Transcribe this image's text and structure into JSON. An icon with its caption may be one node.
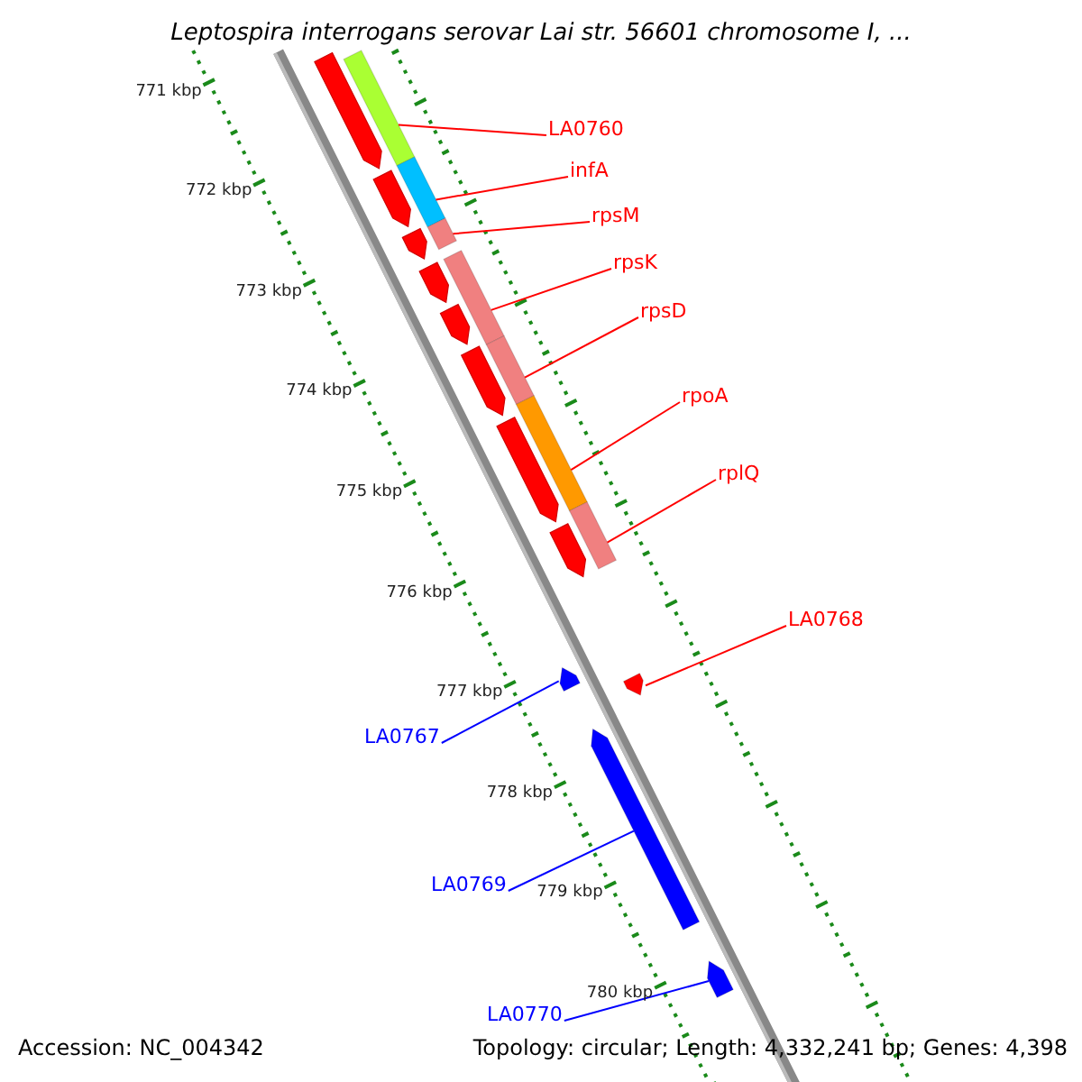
{
  "diagram": {
    "title": "Leptospira interrogans serovar Lai str. 56601 chromosome I, ...",
    "nodes": [
      {
        "text": [
          "LA0760"
        ]
      },
      {
        "text": [
          "infA"
        ]
      },
      {
        "text": [
          "rpsM"
        ]
      },
      {
        "text": [
          "rpsK"
        ]
      },
      {
        "text": [
          "rpsD"
        ]
      },
      {
        "text": [
          "rpoA"
        ]
      },
      {
        "text": [
          "rplQ"
        ]
      },
      {
        "text": [
          "LA0768"
        ]
      },
      {
        "text": [
          "LA0767"
        ]
      },
      {
        "text": [
          "LA0769"
        ]
      },
      {
        "text": [
          "LA0770"
        ]
      },
      {
        "text": [],
        "shape": "bar"
      },
      {
        "text": [],
        "shape": "bar"
      },
      {
        "text": [],
        "shape": "bar"
      },
      {
        "text": [],
        "shape": "bar"
      },
      {
        "text": [],
        "shape": "bar"
      },
      {
        "text": [],
        "shape": "bar"
      },
      {
        "text": [],
        "shape": "bar"
      },
      {
        "text": [],
        "shape": "bar"
      },
      {
        "text": [],
        "shape": "bar"
      },
      {
        "text": [],
        "shape": "bar"
      },
      {
        "text": [],
        "shape": "bar"
      }
    ],
    "edges": [
      {
        "from": 0,
        "to": 11,
        "arrow": "none"
      },
      {
        "from": 1,
        "to": 12,
        "arrow": "none"
      },
      {
        "from": 2,
        "to": 13,
        "arrow": "none"
      },
      {
        "from": 3,
        "to": 14,
        "arrow": "none"
      },
      {
        "from": 4,
        "to": 15,
        "arrow": "none"
      },
      {
        "from": 5,
        "to": 16,
        "arrow": "none"
      },
      {
        "from": 6,
        "to": 17,
        "arrow": "none"
      },
      {
        "from": 7,
        "to": 18,
        "arrow": "none"
      },
      {
        "from": 8,
        "to": 19,
        "arrow": "none",
        "color": "#0000ff"
      },
      {
        "from": 9,
        "to": 20,
        "arrow": "none",
        "color": "#0000ff"
      },
      {
        "from": 10,
        "to": 21,
        "arrow": "none",
        "color": "#0000ff"
      }
    ],
    "labels": [
      "771 kbp",
      "772 kbp",
      "773 kbp",
      "774 kbp",
      "775 kbp",
      "776 kbp",
      "777 kbp",
      "778 kbp",
      "779 kbp",
      "780 kbp",
      "Accession: NC_004342",
      "Topology: circular; Length: 4,332,241 bp; Genes: 4,398"
    ]
  }
}
